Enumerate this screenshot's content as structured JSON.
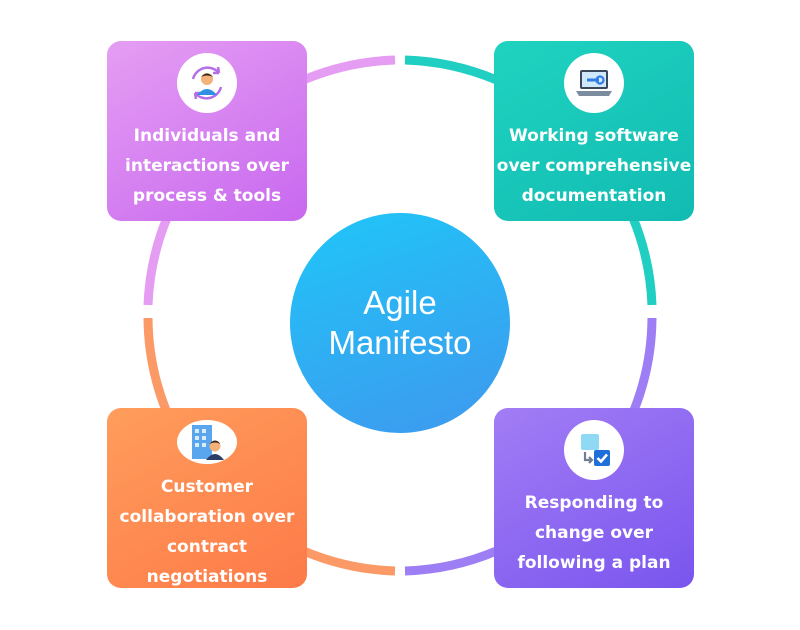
{
  "center": {
    "line1": "Agile",
    "line2": "Manifesto"
  },
  "cards": [
    {
      "lines": [
        "Individuals and",
        "interactions over",
        "process & tools"
      ],
      "icon": "person-cycle-icon",
      "color": "#d77ef1"
    },
    {
      "lines": [
        "Working software",
        "over comprehensive",
        "documentation"
      ],
      "icon": "laptop-wrench-icon",
      "color": "#18c7b9"
    },
    {
      "lines": [
        "Customer",
        "collaboration over",
        "contract negotiations"
      ],
      "icon": "building-person-icon",
      "color": "#fe8b52"
    },
    {
      "lines": [
        "Responding to",
        "change over",
        "following a plan"
      ],
      "icon": "plan-checklist-icon",
      "color": "#8e69f1"
    }
  ],
  "ring_colors": {
    "top_left": "#e49af2",
    "top_right": "#1fcfc2",
    "right_bottom": "#9b7cf3",
    "left_bottom": "#fb9a66",
    "bottom_left": "#fda266",
    "bottom_right": "#a47cf5"
  }
}
